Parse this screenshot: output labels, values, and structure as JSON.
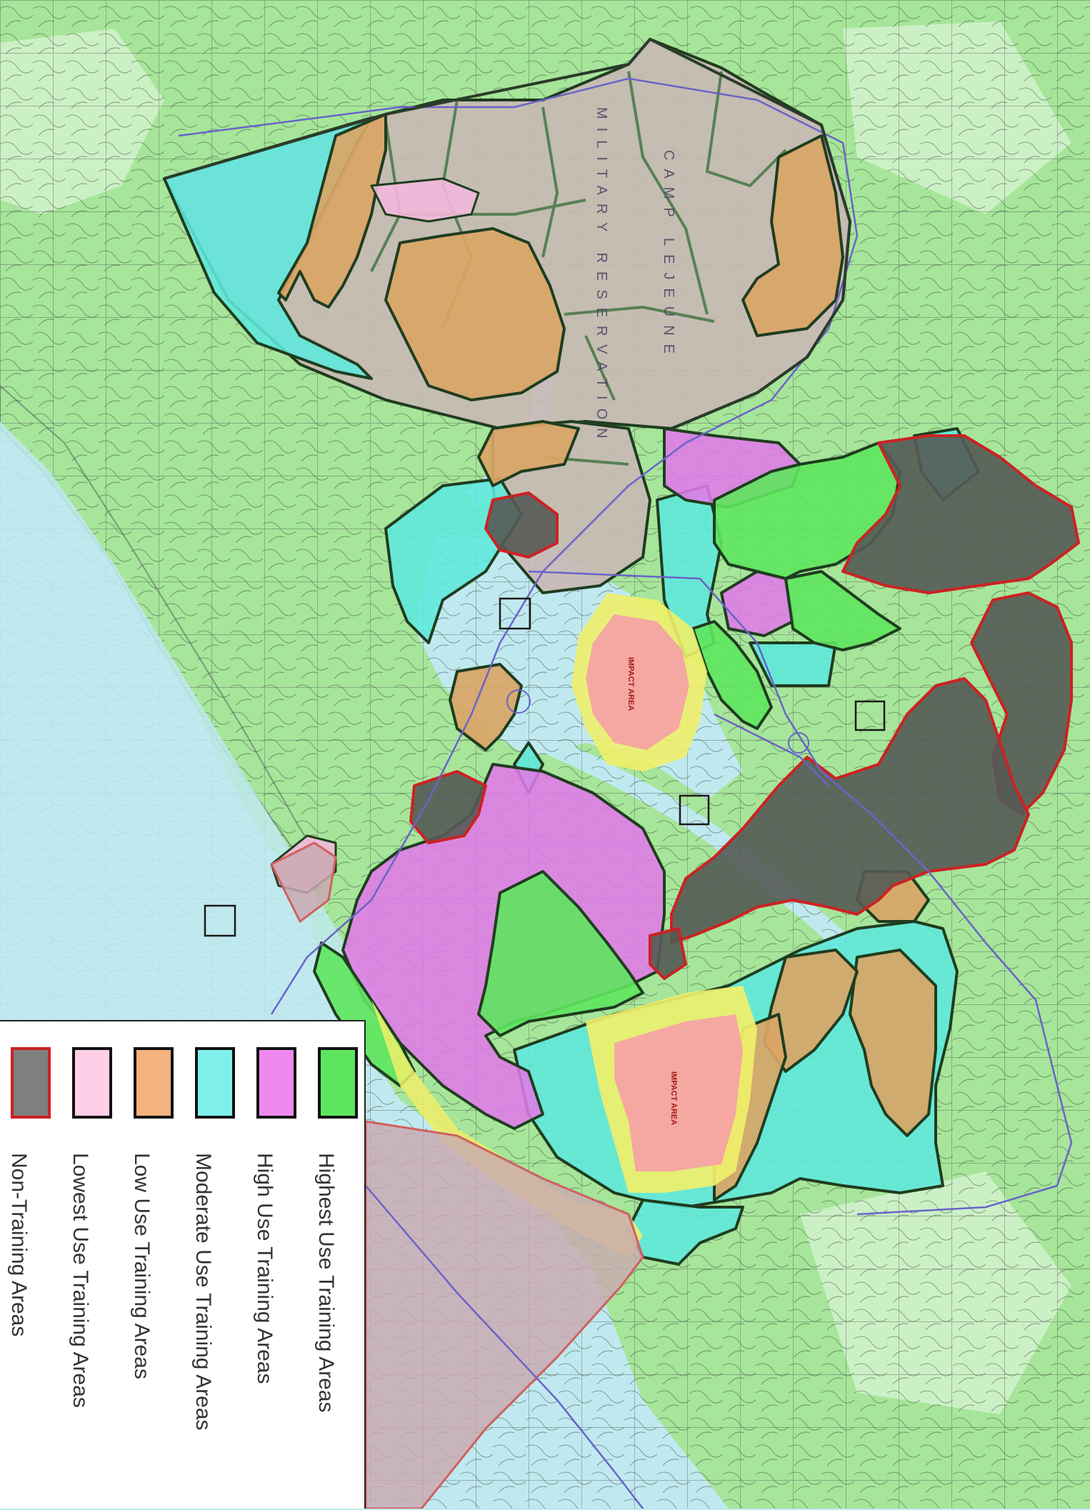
{
  "map": {
    "installation_labels": [
      "MILITARY RESERVATION",
      "CAMP LEJEUNE"
    ],
    "impact_area_labels": [
      "IMPACT AREA",
      "IMPACT AREA"
    ]
  },
  "colors": {
    "water": "#bfe9ef",
    "land": "#a6e59a",
    "highest": "#5ee65e",
    "high": "#e07ae8",
    "moderate": "#5ee8dd",
    "low": "#d9a566",
    "lowest": "#f2b8dc",
    "non_training": "#555a55",
    "reservation": "#c9b8b5",
    "impact_buffer": "#f0ef6a",
    "impact_core": "#f5a3a3",
    "outline": "#1f3d1f",
    "non_training_outline": "#cc2222",
    "boundary_line": "#6a63c9"
  },
  "legend": {
    "items": [
      {
        "label": "Highest Use Training Areas",
        "color": "#5ee65e",
        "border": "#111111",
        "icon": "highest-use-swatch"
      },
      {
        "label": "High Use Training Areas",
        "color": "#ee8aef",
        "border": "#111111",
        "icon": "high-use-swatch"
      },
      {
        "label": "Moderate Use Training Areas",
        "color": "#7ff0ec",
        "border": "#111111",
        "icon": "moderate-use-swatch"
      },
      {
        "label": "Low Use Training Areas",
        "color": "#f4b27e",
        "border": "#111111",
        "icon": "low-use-swatch"
      },
      {
        "label": "Lowest Use Training Areas",
        "color": "#ffcfe8",
        "border": "#111111",
        "icon": "lowest-use-swatch"
      },
      {
        "label": "Non-Training Areas",
        "color": "#7f7f7f",
        "border": "#cc2222",
        "icon": "non-training-swatch"
      }
    ]
  }
}
